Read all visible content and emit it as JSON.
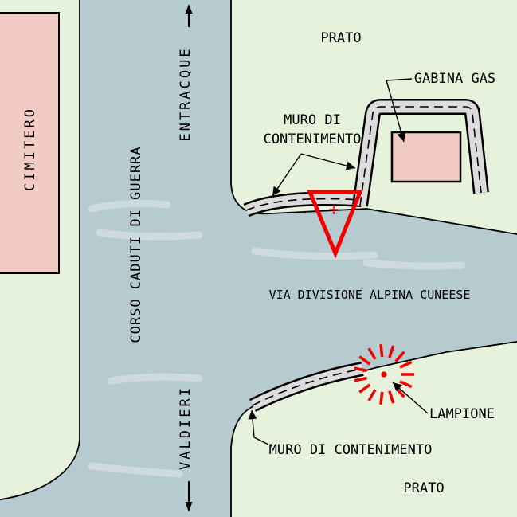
{
  "map": {
    "areas": {
      "cemetery_label": "CIMITERO",
      "meadow_top_label": "PRATO",
      "meadow_bottom_label": "PRATO"
    },
    "roads": {
      "vertical_road_label": "CORSO CADUTI DI GUERRA",
      "horizontal_road_label": "VIA DIVISIONE ALPINA CUNEESE",
      "direction_north_label": "ENTRACQUE",
      "direction_south_label": "VALDIERI"
    },
    "features": {
      "gas_cabin_label": "GABINA GAS",
      "wall_top_label_line1": "MURO DI",
      "wall_top_label_line2": "CONTENIMENTO",
      "wall_bottom_label": "MURO DI CONTENIMENTO",
      "lamp_label": "LAMPIONE"
    },
    "colors": {
      "meadow_green": "#e7f2dd",
      "road_blue_gray": "#b6cbd0",
      "building_pink": "#f1cbc4",
      "wall_gray": "#dcdcdc",
      "marker_red": "#f20000",
      "line_black": "#000000"
    }
  }
}
